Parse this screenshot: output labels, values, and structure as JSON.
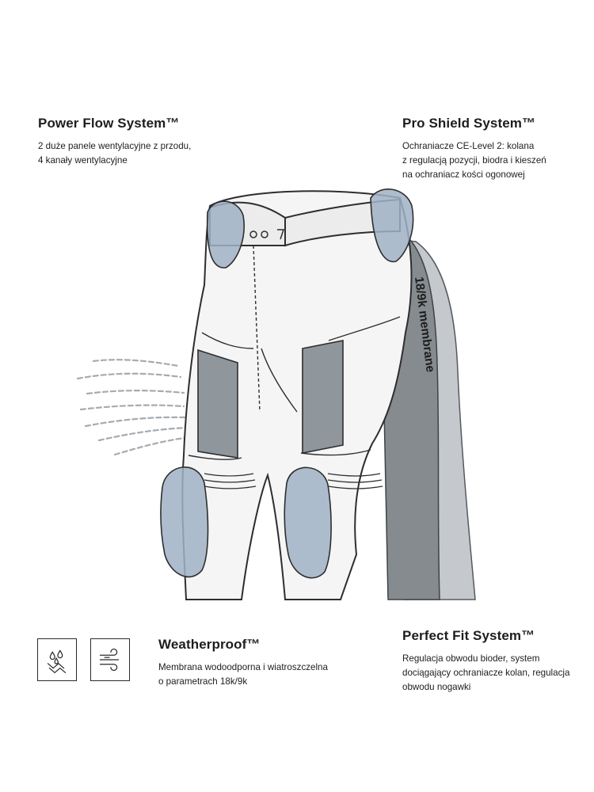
{
  "features": {
    "power_flow": {
      "title": "Power Flow System™",
      "description": "2 duże panele wentylacyjne z przodu,\n4 kanały wentylacyjne"
    },
    "pro_shield": {
      "title": "Pro Shield System™",
      "description": "Ochraniacze CE-Level 2: kolana\nz regulacją pozycji, biodra i kieszeń\nna ochraniacz kości ogonowej"
    },
    "weatherproof": {
      "title": "Weatherproof™",
      "description": "Membrana wodoodporna i wiatroszczelna\no parametrach 18k/9k"
    },
    "perfect_fit": {
      "title": "Perfect Fit System™",
      "description": "Regulacja obwodu bioder, system\ndociągający ochraniacze kolan, regulacja\nobwodu nogawki"
    }
  },
  "illustration": {
    "membrane_label": "18/9k membrane"
  },
  "icons": {
    "waterproof": "waterproof-icon",
    "windproof": "windproof-icon"
  },
  "colors": {
    "text": "#1d1d1b",
    "outline": "#2e2e2e",
    "armor_blue": "#9fb1c6",
    "mesh_gray": "#8f969c",
    "membrane_dark": "#868b90",
    "membrane_light": "#c5c8cc",
    "airflow": "#a5abb1"
  }
}
